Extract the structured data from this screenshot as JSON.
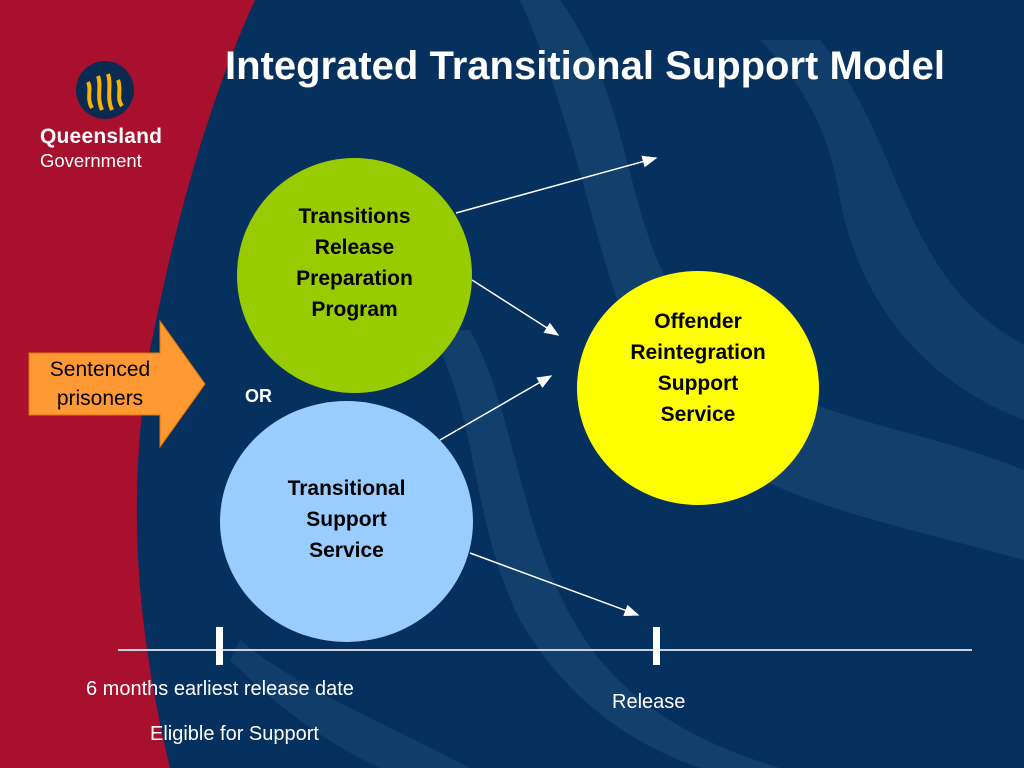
{
  "slide": {
    "title": "Integrated Transitional Support Model",
    "logo": {
      "name": "Queensland",
      "subtitle": "Government"
    }
  },
  "colors": {
    "background": "#06305e",
    "left_band": "#a8102e",
    "program_circle": "#99cc00",
    "service_circle": "#99ccff",
    "reintegration_circle": "#ffff00",
    "arrow_box": "#ff9933"
  },
  "diagram": {
    "entry_label": "Sentenced\nprisoners",
    "or_label": "OR",
    "nodes": [
      {
        "id": "trpp",
        "label": "Transitions\nRelease\nPreparation\nProgram"
      },
      {
        "id": "tss",
        "label": "Transitional\nSupport\nService"
      },
      {
        "id": "orss",
        "label": "Offender\nReintegration\nSupport\nService"
      }
    ],
    "edges": [
      {
        "from": "trpp",
        "to": "outside-top"
      },
      {
        "from": "trpp",
        "to": "orss"
      },
      {
        "from": "tss",
        "to": "orss"
      },
      {
        "from": "tss",
        "to": "release"
      }
    ]
  },
  "timeline": {
    "marker_1_label": "6 months earliest release date",
    "marker_1_sublabel": "Eligible for Support",
    "marker_2_label": "Release"
  }
}
